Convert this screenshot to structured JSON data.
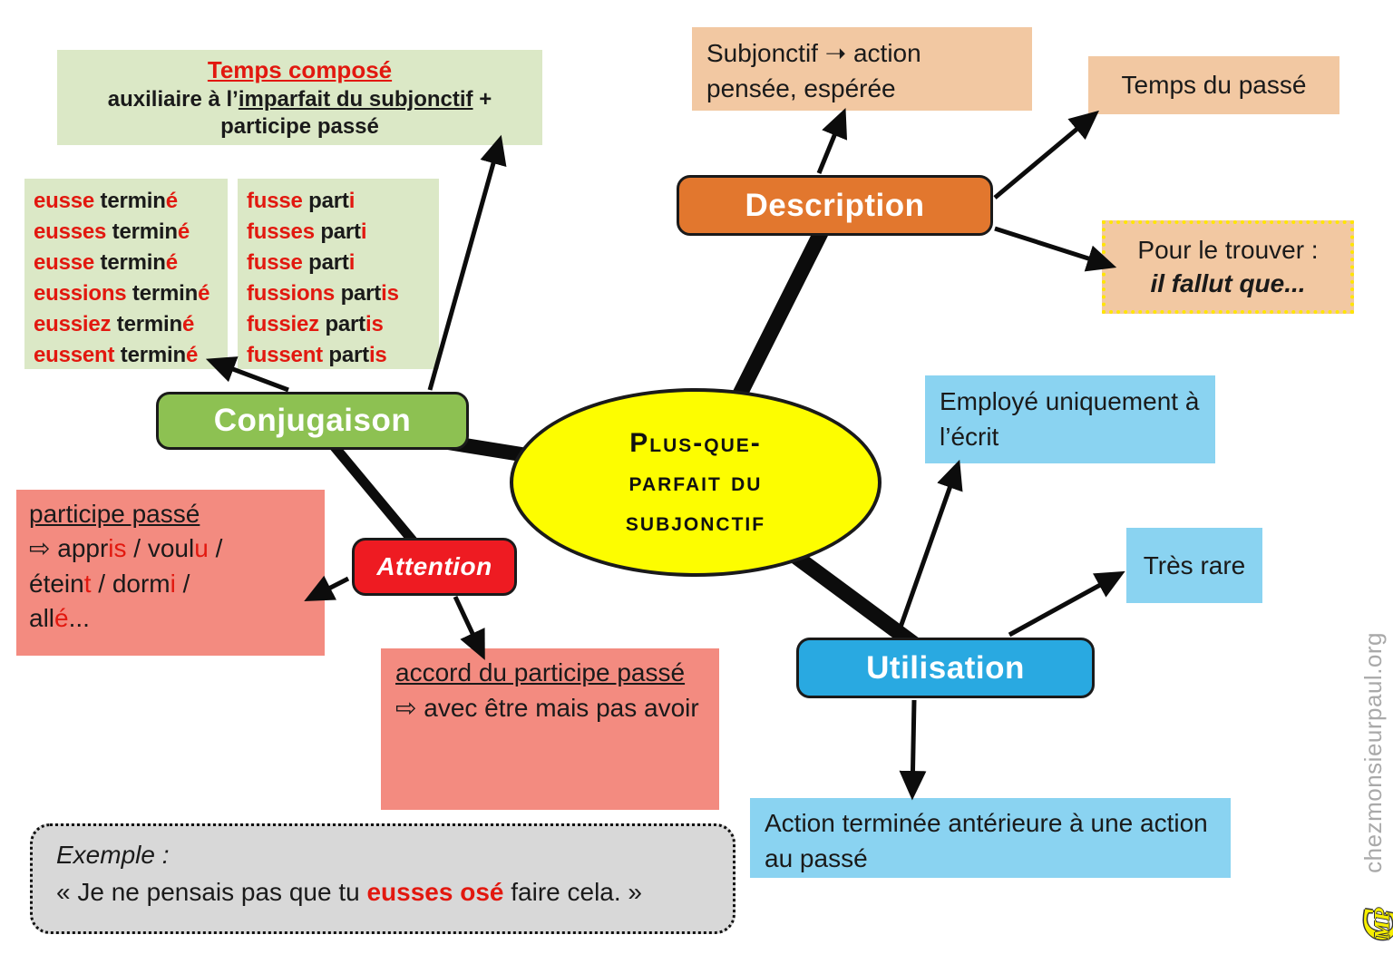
{
  "center": {
    "label": "Plus-que-parfait du subjonctif"
  },
  "nodes": {
    "conjugaison": {
      "label": "Conjugaison"
    },
    "description": {
      "label": "Description"
    },
    "utilisation": {
      "label": "Utilisation"
    },
    "attention": {
      "label": "Attention"
    }
  },
  "temps_compose": {
    "title": "Temps composé",
    "line2": [
      {
        "t": "auxiliaire à l’"
      },
      {
        "t": "imparfait du subjonctif",
        "cls": "u"
      },
      {
        "t": " +"
      }
    ],
    "line3": "participe passé"
  },
  "conjugation": {
    "left": [
      [
        {
          "t": "eusse ",
          "cls": "r"
        },
        {
          "t": "termin"
        },
        {
          "t": "é",
          "cls": "r"
        }
      ],
      [
        {
          "t": "eusses ",
          "cls": "r"
        },
        {
          "t": "termin"
        },
        {
          "t": "é",
          "cls": "r"
        }
      ],
      [
        {
          "t": "eusse ",
          "cls": "r"
        },
        {
          "t": "termin"
        },
        {
          "t": "é",
          "cls": "r"
        }
      ],
      [
        {
          "t": "eussions ",
          "cls": "r"
        },
        {
          "t": "termin"
        },
        {
          "t": "é",
          "cls": "r"
        }
      ],
      [
        {
          "t": "eussiez ",
          "cls": "r"
        },
        {
          "t": "termin"
        },
        {
          "t": "é",
          "cls": "r"
        }
      ],
      [
        {
          "t": "eussent ",
          "cls": "r"
        },
        {
          "t": "termin"
        },
        {
          "t": "é",
          "cls": "r"
        }
      ]
    ],
    "right": [
      [
        {
          "t": "fusse ",
          "cls": "r"
        },
        {
          "t": "part"
        },
        {
          "t": "i",
          "cls": "r"
        }
      ],
      [
        {
          "t": "fusses ",
          "cls": "r"
        },
        {
          "t": "part"
        },
        {
          "t": "i",
          "cls": "r"
        }
      ],
      [
        {
          "t": "fusse ",
          "cls": "r"
        },
        {
          "t": "part"
        },
        {
          "t": "i",
          "cls": "r"
        }
      ],
      [
        {
          "t": "fussions ",
          "cls": "r"
        },
        {
          "t": "part"
        },
        {
          "t": "is",
          "cls": "r"
        }
      ],
      [
        {
          "t": "fussiez ",
          "cls": "r"
        },
        {
          "t": "part"
        },
        {
          "t": "is",
          "cls": "r"
        }
      ],
      [
        {
          "t": "fussent ",
          "cls": "r"
        },
        {
          "t": "part"
        },
        {
          "t": "is",
          "cls": "r"
        }
      ]
    ]
  },
  "participe_passe": {
    "title": "participe passé",
    "lines": [
      [
        {
          "t": "⇨ appr"
        },
        {
          "t": "is",
          "cls": "r"
        },
        {
          "t": " / voul"
        },
        {
          "t": "u",
          "cls": "r"
        },
        {
          "t": " /"
        }
      ],
      [
        {
          "t": "étein"
        },
        {
          "t": "t",
          "cls": "r"
        },
        {
          "t": " / dorm"
        },
        {
          "t": "i",
          "cls": "r"
        },
        {
          "t": " /"
        }
      ],
      [
        {
          "t": "all"
        },
        {
          "t": "é",
          "cls": "r"
        },
        {
          "t": "..."
        }
      ]
    ]
  },
  "accord": {
    "title": "accord du participe passé",
    "body": "⇨ avec être mais pas avoir"
  },
  "description_branches": {
    "subjonctif": "Subjonctif ➝ action pensée, espérée",
    "temps_passe": "Temps du passé",
    "pour_trouver_line1": "Pour le trouver :",
    "pour_trouver_line2": "il fallut que..."
  },
  "utilisation_branches": {
    "employe": "Employé uniquement à l’écrit",
    "tres_rare": "Très rare",
    "action": "Action terminée antérieure à une action au passé"
  },
  "example": {
    "title": "Exemple :",
    "line": [
      {
        "t": "« Je ne pensais pas que tu "
      },
      {
        "t": "eusses osé",
        "cls": "r b"
      },
      {
        "t": " faire cela. »"
      }
    ]
  },
  "watermark": {
    "site": "chezmonsieurpaul.org",
    "logo_c": "C",
    "logo_mp": "MP"
  },
  "colors": {
    "accent_red": "#e2180f",
    "node_green": "#8dc152",
    "node_orange": "#e2772e",
    "node_blue": "#29a9e1",
    "node_red": "#ee1b22",
    "light_green": "#dbe8c6",
    "peach": "#f2c8a2",
    "light_blue": "#8ad3f1",
    "salmon": "#f38b80",
    "center_yellow": "#fdfd00",
    "example_gray": "#d8d8d8",
    "dotted_border_yellow": "#ffe600"
  }
}
